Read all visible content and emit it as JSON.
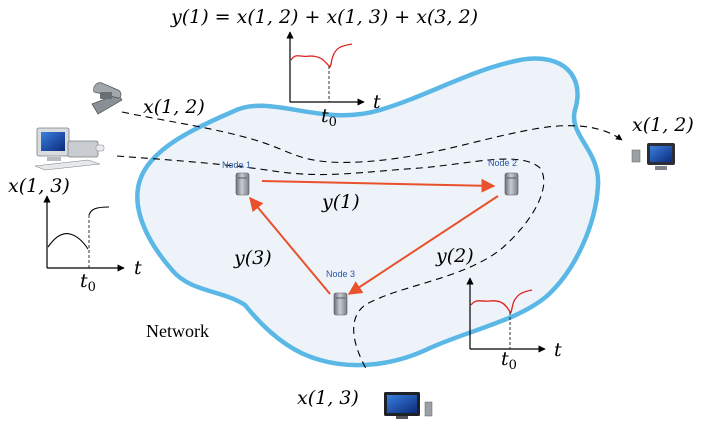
{
  "title_equation": "y(1) = x(1, 2) + x(1, 3) + x(3, 2)",
  "network_label": "Network",
  "nodes": [
    {
      "label": "Node 1"
    },
    {
      "label": "Node 2"
    },
    {
      "label": "Node 3"
    }
  ],
  "link_labels": {
    "y1": "y(1)",
    "y2": "y(2)",
    "y3": "y(3)"
  },
  "flow_labels": {
    "flow_12_in": "x(1, 2)",
    "flow_12_out": "x(1, 2)",
    "flow_13_in": "x(1, 3)",
    "flow_13_out": "x(1, 3)"
  },
  "axis_labels": {
    "time": "t",
    "t0": "t0"
  },
  "colors": {
    "network_fill": "#eef3fa",
    "network_outline": "#5bb8e6",
    "link_arrow": "#e8512b",
    "inset_curve": "#e0201c",
    "flow_dash": "#000000"
  },
  "icons": [
    "telephone-icon",
    "desktop-computer-icon",
    "monitor-icon",
    "tv-monitor-icon",
    "server-icon"
  ]
}
